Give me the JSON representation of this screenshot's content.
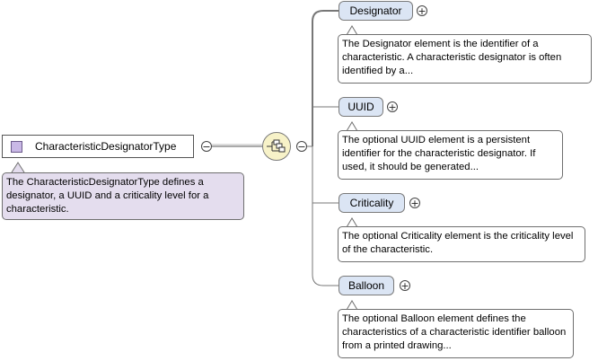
{
  "type": {
    "name": "CharacteristicDesignatorType",
    "doc": "The CharacteristicDesignatorType defines a designator, a UUID and a criticality level for a characteristic."
  },
  "compositor": {
    "kind": "sequence",
    "icon": "sequence-icon"
  },
  "toggles": {
    "collapse": "−",
    "expand": "+"
  },
  "elements": [
    {
      "name": "Designator",
      "doc": "The Designator element is the identifier of a characteristic. A characteristic designator is often identified by a..."
    },
    {
      "name": "UUID",
      "doc": "The optional UUID element is a persistent identifier for the characteristic designator. If used, it should be generated..."
    },
    {
      "name": "Criticality",
      "doc": "The optional Criticality element is the criticality level of the characteristic."
    },
    {
      "name": "Balloon",
      "doc": "The optional Balloon element defines the characteristics of a characteristic identifier balloon from a printed drawing..."
    }
  ],
  "colors": {
    "type_doc_bg": "#e4ddee",
    "element_bg": "#dbe5f4",
    "compositor_bg": "#f7f2c8",
    "line": "#7a7a7a"
  }
}
